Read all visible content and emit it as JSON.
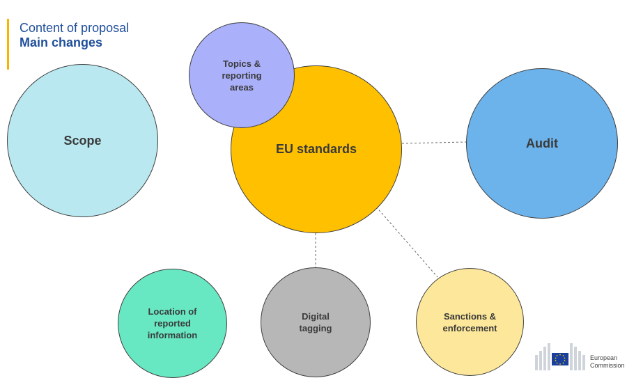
{
  "header": {
    "title": "Content of proposal",
    "subtitle": "Main changes"
  },
  "nodes": {
    "scope": "Scope",
    "eu_standards": "EU standards",
    "topics": [
      "Topics &",
      "reporting",
      "areas"
    ],
    "audit": "Audit",
    "location": [
      "Location of",
      "reported",
      "information"
    ],
    "digital": [
      "Digital",
      "tagging"
    ],
    "sanctions": [
      "Sanctions &",
      "enforcement"
    ]
  },
  "logo": {
    "line1": "European",
    "line2": "Commission"
  },
  "colors": {
    "accent": "#f7b500",
    "title": "#1f4e9a",
    "scope": "#b9e8f0",
    "eu_standards": "#ffc000",
    "topics": "#aab0fa",
    "audit": "#6cb2eb",
    "location": "#67e8c2",
    "digital": "#b7b7b7",
    "sanctions": "#fce79a"
  }
}
